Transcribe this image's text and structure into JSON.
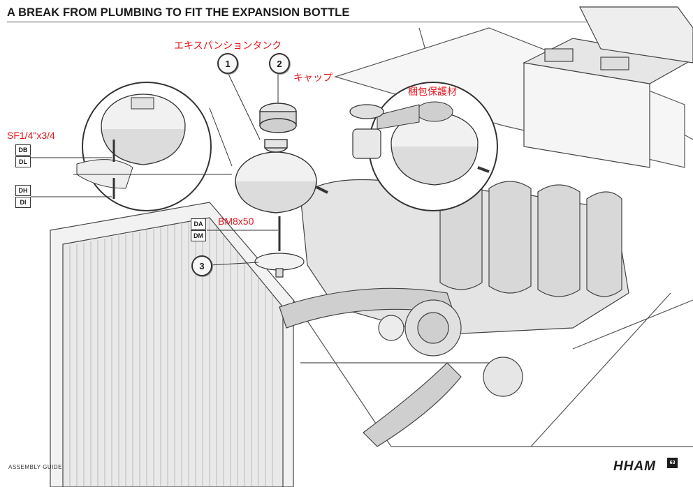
{
  "page": {
    "title": "A BREAK FROM PLUMBING TO FIT THE EXPANSION BOTTLE",
    "footer_guide": "ASSEMBLY GUIDE",
    "footer_brand": "HHAM",
    "page_number": "63"
  },
  "callouts": {
    "c1": "1",
    "c2": "2",
    "c3": "3"
  },
  "annotations": {
    "expansion_tank": "エキスパンションタンク",
    "cap": "キャップ",
    "packing_protection": "梱包保護材",
    "bolt_sf": "SF1/4\"x3/4",
    "bolt_bm": "BM8x50"
  },
  "part_codes": {
    "db": "DB",
    "dl": "DL",
    "dh": "DH",
    "di": "DI",
    "da": "DA",
    "dm": "DM"
  }
}
